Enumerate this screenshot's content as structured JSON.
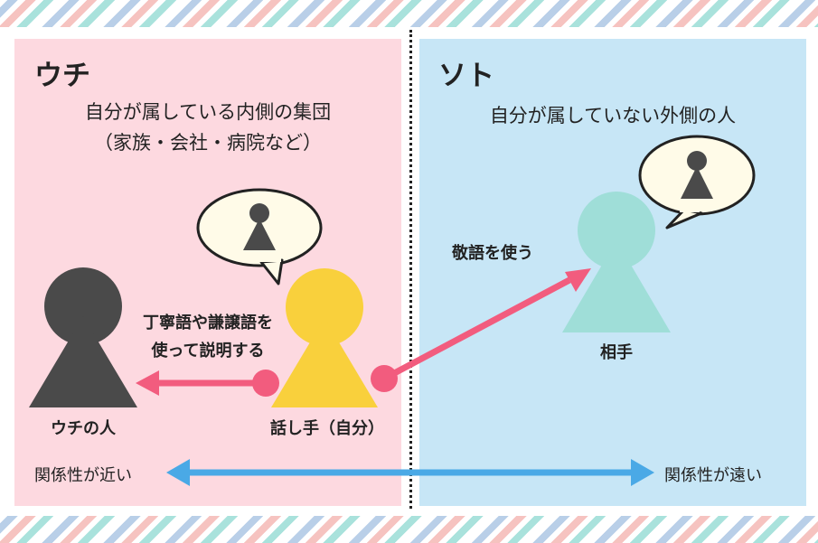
{
  "colors": {
    "uchi_panel": "#fdd9e0",
    "soto_panel": "#c7e6f6",
    "uchi_person": "#4a4a4a",
    "speaker": "#f9d03c",
    "partner": "#9fded8",
    "pink_arrow": "#f25c7e",
    "blue_arrow": "#4aa9e6"
  },
  "uchi": {
    "heading": "ウチ",
    "description_line1": "自分が属している内側の集団",
    "description_line2": "（家族・会社・病院など）"
  },
  "soto": {
    "heading": "ソト",
    "description": "自分が属していない外側の人"
  },
  "people": {
    "uchi_person_label": "ウチの人",
    "speaker_label": "話し手（自分）",
    "partner_label": "相手"
  },
  "arrows": {
    "to_uchi_line1": "丁寧語や謙譲語を",
    "to_uchi_line2": "使って説明する",
    "to_soto": "敬語を使う"
  },
  "relationship": {
    "near": "関係性が近い",
    "far": "関係性が遠い"
  },
  "icons": [
    "speech-bubble-icon",
    "person-silhouette-icon",
    "arrow-icon"
  ]
}
